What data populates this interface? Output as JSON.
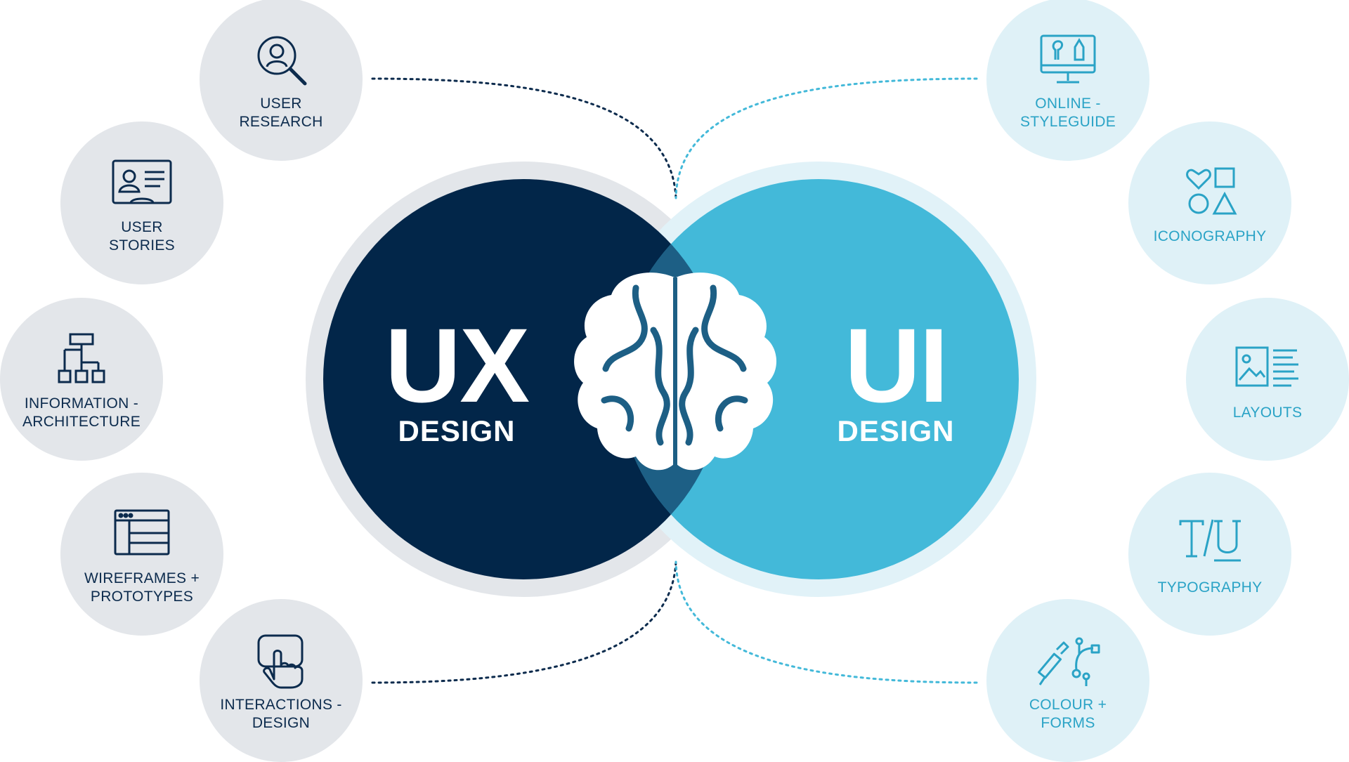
{
  "ux": {
    "title": "UX",
    "subtitle": "DESIGN",
    "items": [
      {
        "label": "USER\nRESEARCH",
        "icon": "user-search-icon"
      },
      {
        "label": "USER\nSTORIES",
        "icon": "id-card-icon"
      },
      {
        "label": "INFORMATION -\nARCHITECTURE",
        "icon": "sitemap-icon"
      },
      {
        "label": "WIREFRAMES +\nPROTOTYPES",
        "icon": "wireframe-window-icon"
      },
      {
        "label": "INTERACTIONS -\nDESIGN",
        "icon": "touch-hand-icon"
      }
    ]
  },
  "ui": {
    "title": "UI",
    "subtitle": "DESIGN",
    "items": [
      {
        "label": "ONLINE -\nSTYLEGUIDE",
        "icon": "monitor-design-icon"
      },
      {
        "label": "ICONOGRAPHY",
        "icon": "shapes-icon"
      },
      {
        "label": "LAYOUTS",
        "icon": "layout-icon"
      },
      {
        "label": "TYPOGRAPHY",
        "icon": "typography-icon"
      },
      {
        "label": "COLOUR +\nFORMS",
        "icon": "pipette-bezier-icon"
      }
    ]
  },
  "center": {
    "icon": "brain-icon"
  },
  "colors": {
    "ux_dark": "#022649",
    "ui_light": "#43b9d9",
    "overlap": "#1d5f85",
    "ux_node_bg": "#e3e6ea",
    "ui_node_bg": "#dff1f7",
    "ux_text": "#0c2b4d",
    "ui_text": "#2aa3c6"
  }
}
